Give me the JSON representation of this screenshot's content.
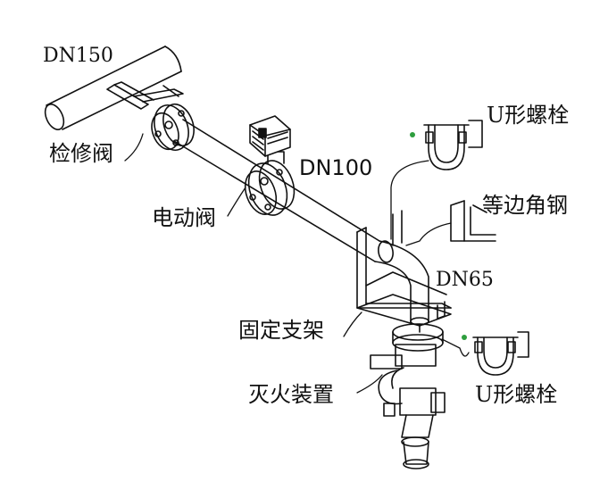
{
  "labels": {
    "dn150": "DN150",
    "dn100": "DN100",
    "dn65": "DN65",
    "inspection_valve": "检修阀",
    "electric_valve": "电动阀",
    "u_bolt_top": "U形螺栓",
    "equal_angle_steel": "等边角钢",
    "fixed_bracket": "固定支架",
    "extinguishing_device": "灭火装置",
    "u_bolt_bottom": "U形螺栓"
  },
  "colors": {
    "line": "#111111",
    "marker": "#2e9e3e"
  }
}
